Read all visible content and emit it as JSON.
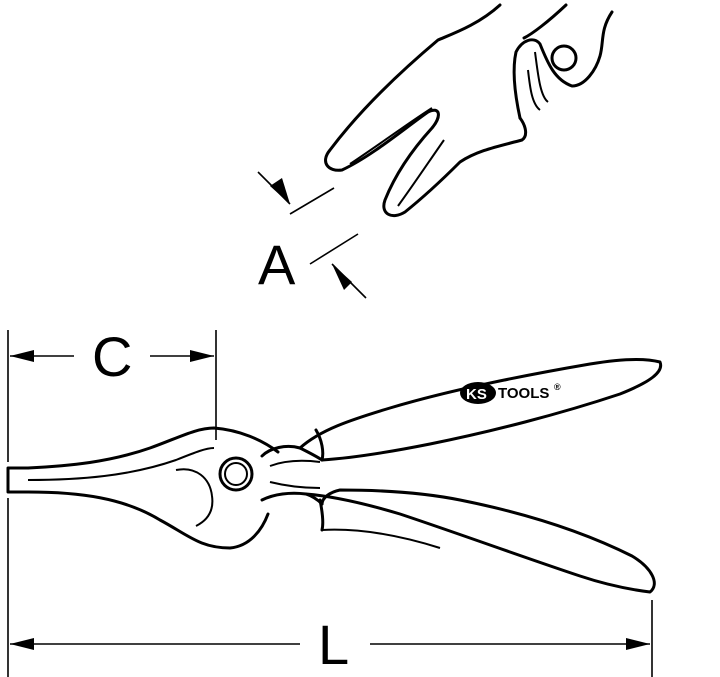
{
  "dimensions": {
    "a": "A",
    "c": "C",
    "l": "L"
  },
  "logo": {
    "ks": "KS",
    "tools": "TOOLS",
    "registered": "®"
  }
}
